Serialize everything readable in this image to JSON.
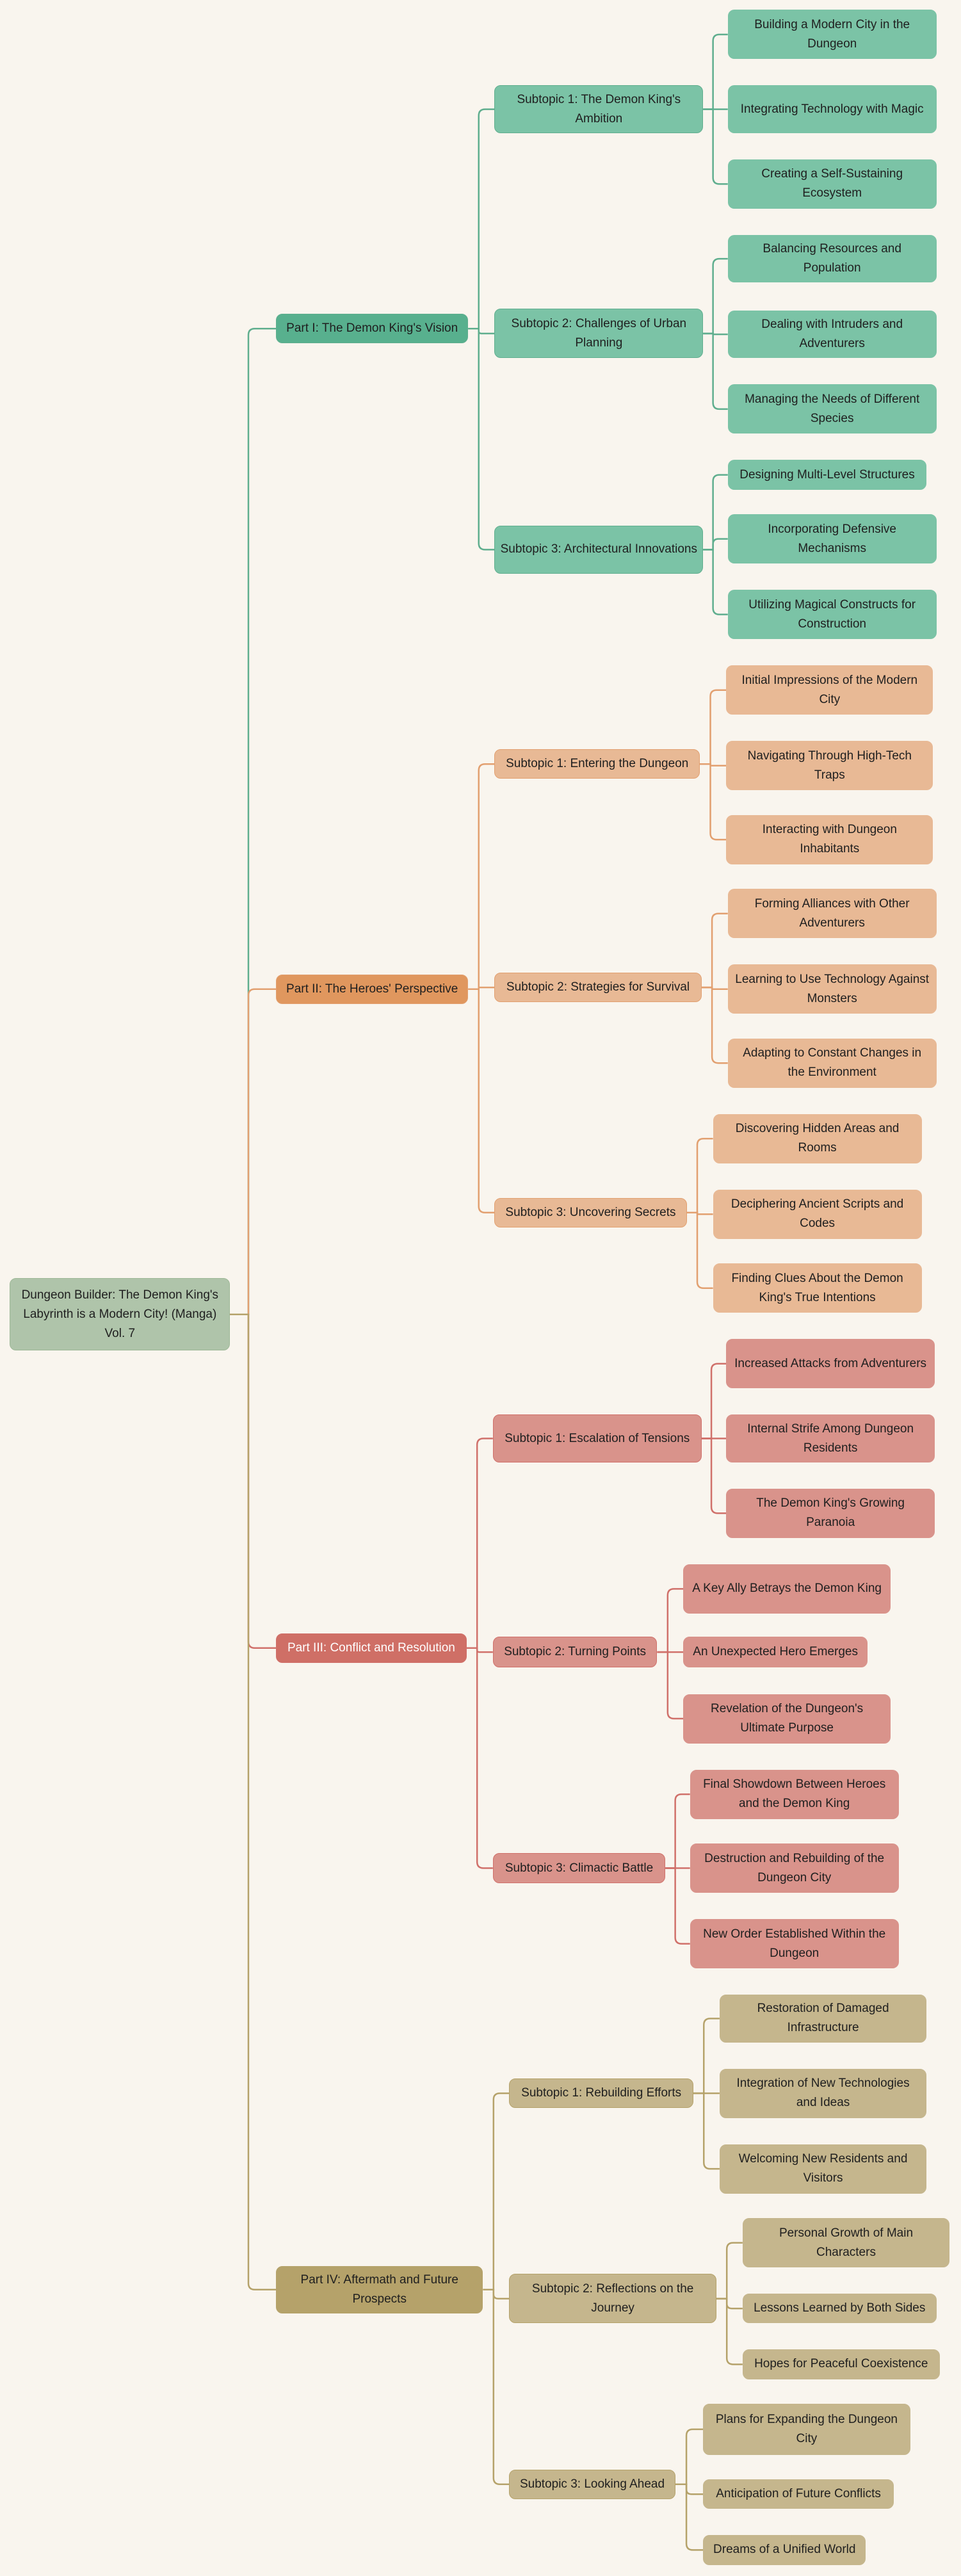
{
  "root": {
    "title": "Dungeon Builder: The Demon King's Labyrinth is a Modern City! (Manga) Vol. 7"
  },
  "colors": {
    "background": "#f9f5ee",
    "root": "#afc4aa",
    "branches": [
      {
        "part": "#58b08e",
        "child": "#7bc3a6",
        "line": "#5fae8e",
        "text": "#1f1f1f"
      },
      {
        "part": "#e0975e",
        "child": "#e8b995",
        "line": "#e2a070",
        "text": "#1f1f1f"
      },
      {
        "part": "#cf6f66",
        "child": "#d9938b",
        "line": "#d0706a",
        "text": "#ffffff"
      },
      {
        "part": "#b5a26a",
        "child": "#c5b68d",
        "line": "#b5a26a",
        "text": "#1f1f1f"
      }
    ]
  },
  "parts": [
    {
      "title": "Part I: The Demon King's Vision",
      "subtopics": [
        {
          "title": "Subtopic 1: The Demon King's Ambition",
          "items": [
            "Building a Modern City in the Dungeon",
            "Integrating Technology with Magic",
            "Creating a Self-Sustaining Ecosystem"
          ]
        },
        {
          "title": "Subtopic 2: Challenges of Urban Planning",
          "items": [
            "Balancing Resources and Population",
            "Dealing with Intruders and Adventurers",
            "Managing the Needs of Different Species"
          ]
        },
        {
          "title": "Subtopic 3: Architectural Innovations",
          "items": [
            "Designing Multi-Level Structures",
            "Incorporating Defensive Mechanisms",
            "Utilizing Magical Constructs for Construction"
          ]
        }
      ]
    },
    {
      "title": "Part II: The Heroes' Perspective",
      "subtopics": [
        {
          "title": "Subtopic 1: Entering the Dungeon",
          "items": [
            "Initial Impressions of the Modern City",
            "Navigating Through High-Tech Traps",
            "Interacting with Dungeon Inhabitants"
          ]
        },
        {
          "title": "Subtopic 2: Strategies for Survival",
          "items": [
            "Forming Alliances with Other Adventurers",
            "Learning to Use Technology Against Monsters",
            "Adapting to Constant Changes in the Environment"
          ]
        },
        {
          "title": "Subtopic 3: Uncovering Secrets",
          "items": [
            "Discovering Hidden Areas and Rooms",
            "Deciphering Ancient Scripts and Codes",
            "Finding Clues About the Demon King's True Intentions"
          ]
        }
      ]
    },
    {
      "title": "Part III: Conflict and Resolution",
      "subtopics": [
        {
          "title": "Subtopic 1: Escalation of Tensions",
          "items": [
            "Increased Attacks from Adventurers",
            "Internal Strife Among Dungeon Residents",
            "The Demon King's Growing Paranoia"
          ]
        },
        {
          "title": "Subtopic 2: Turning Points",
          "items": [
            "A Key Ally Betrays the Demon King",
            "An Unexpected Hero Emerges",
            "Revelation of the Dungeon's Ultimate Purpose"
          ]
        },
        {
          "title": "Subtopic 3: Climactic Battle",
          "items": [
            "Final Showdown Between Heroes and the Demon King",
            "Destruction and Rebuilding of the Dungeon City",
            "New Order Established Within the Dungeon"
          ]
        }
      ]
    },
    {
      "title": "Part IV: Aftermath and Future Prospects",
      "subtopics": [
        {
          "title": "Subtopic 1: Rebuilding Efforts",
          "items": [
            "Restoration of Damaged Infrastructure",
            "Integration of New Technologies and Ideas",
            "Welcoming New Residents and Visitors"
          ]
        },
        {
          "title": "Subtopic 2: Reflections on the Journey",
          "items": [
            "Personal Growth of Main Characters",
            "Lessons Learned by Both Sides",
            "Hopes for Peaceful Coexistence"
          ]
        },
        {
          "title": "Subtopic 3: Looking Ahead",
          "items": [
            "Plans for Expanding the Dungeon City",
            "Anticipation of Future Conflicts",
            "Dreams of a Unified World"
          ]
        }
      ]
    }
  ]
}
